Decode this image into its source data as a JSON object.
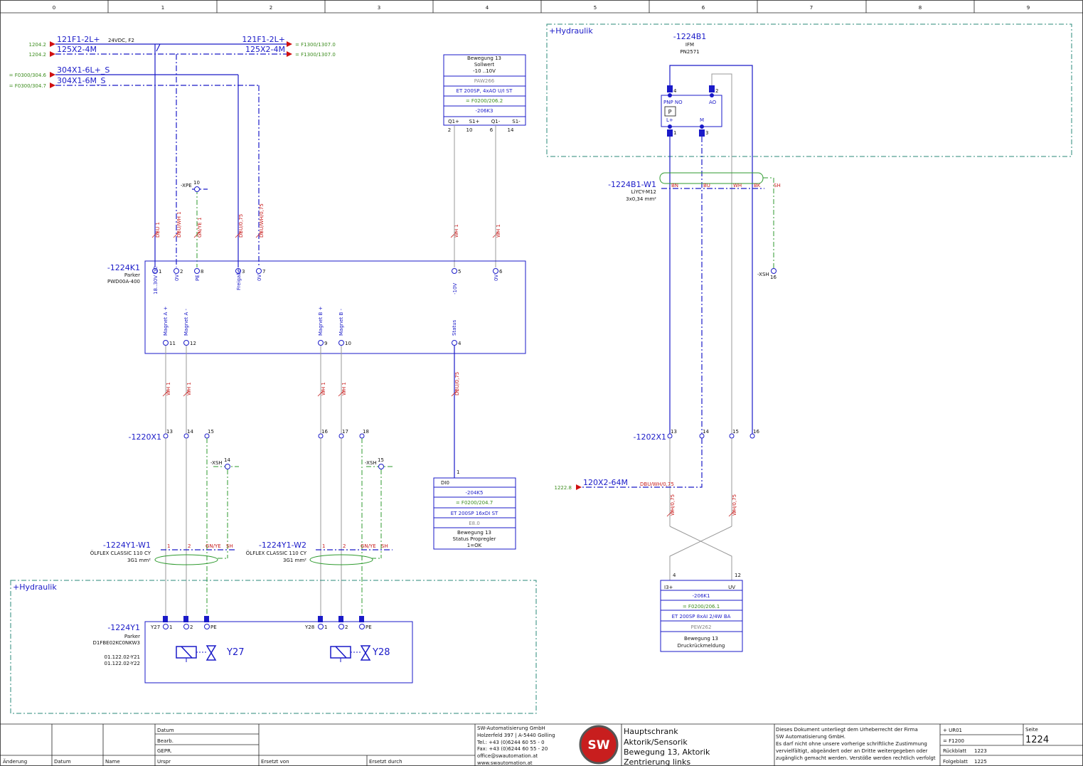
{
  "columns": [
    "0",
    "1",
    "2",
    "3",
    "4",
    "5",
    "6",
    "7",
    "8",
    "9"
  ],
  "supply": {
    "refs_left": [
      "1204.2",
      "1204.2",
      "= F0300/304.6",
      "= F0300/304.7"
    ],
    "refs_right": [
      "= F1300/1307.0",
      "= F1300/1307.0"
    ],
    "labels": [
      "121F1-2L+",
      "125X2-4M",
      "121F1-2L+",
      "125X2-4M",
      "304X1-6L+_S",
      "304X1-6M_S"
    ],
    "voltage_note": "24VDC, F2"
  },
  "xpe": {
    "label": "-XPE",
    "num": "10"
  },
  "plc_out": {
    "lines": [
      "Bewegung 13",
      "Sollwert",
      "-10 ..10V"
    ],
    "rows": [
      "PAW266",
      "ET 200SP, 4xAO U/I ST",
      "= F0200/206.2",
      "-206K3"
    ],
    "pins": [
      "Q1+",
      "S1+",
      "Q1-",
      "S1-"
    ],
    "pin_nums": [
      "2",
      "10",
      "6",
      "14"
    ]
  },
  "k1": {
    "tag": "-1224K1",
    "maker": "Parker",
    "model": "PWD00A-400",
    "top_pins": [
      "1",
      "2",
      "8",
      "3",
      "7",
      "5",
      "6"
    ],
    "top_desc": [
      "18..30V DC",
      "0V",
      "PE",
      "Freigabe",
      "0V",
      "-10V",
      "0V"
    ],
    "bot_pins": [
      "11",
      "12",
      "9",
      "10",
      "4"
    ],
    "bot_desc": [
      "Magnet A +",
      "Magnet A -",
      "Magnet B +",
      "Magnet B -",
      "Status"
    ],
    "wire_top": [
      "DBU 1",
      "DBU/WH 1",
      "GN/YE 1",
      "DBU/0,75",
      "DBU/WH/0,75",
      "WH 1",
      "WH 1"
    ],
    "wire_bot": [
      "WH 1",
      "WH 1",
      "WH 1",
      "WH 1",
      "DBU/0,75"
    ]
  },
  "x1220": {
    "tag": "-1220X1",
    "nums": [
      "13",
      "14",
      "15",
      "16",
      "17",
      "18"
    ]
  },
  "xsh": {
    "label": "-XSH",
    "nums": [
      "14",
      "15",
      "16"
    ]
  },
  "di": {
    "pin": "1",
    "title": "DI0",
    "rows": [
      "-204K5",
      "= F0200/204.7",
      "ET 200SP 16xDI ST",
      "E8.0"
    ],
    "desc": [
      "Bewegung 13",
      "Status Propregler",
      "1=OK"
    ]
  },
  "cable_w1": {
    "tag": "-1224Y1-W1",
    "type": "ÖLFLEX CLASSIC 110 CY",
    "size": "3G1 mm²",
    "cores": [
      "1",
      "2",
      "GN/YE",
      "SH"
    ]
  },
  "cable_w2": {
    "tag": "-1224Y1-W2",
    "type": "ÖLFLEX CLASSIC 110 CY",
    "size": "3G1 mm²",
    "cores": [
      "1",
      "2",
      "GN/YE",
      "SH"
    ]
  },
  "hydraulik": "+Hydraulik",
  "y1": {
    "tag": "-1224Y1",
    "maker": "Parker",
    "model": "D1FBE02KC0NKW3",
    "refs": [
      "01.122.02-Y21",
      "01.122.02-Y22"
    ],
    "pins": [
      "1",
      "2",
      "PE"
    ],
    "coil_a": "Y27",
    "coil_b": "Y28"
  },
  "sensor": {
    "tag": "-1224B1",
    "maker": "IFM",
    "model": "PN2571",
    "pins": [
      "4",
      "2",
      "1",
      "3"
    ],
    "pin_desc": [
      "PNP NO",
      "AO",
      "L+",
      "M"
    ],
    "p_symbol": "P"
  },
  "cable_b1": {
    "tag": "-1224B1-W1",
    "type": "LiYCY-M12",
    "size": "3x0,34 mm²",
    "cores": [
      "BN",
      "BU",
      "WH",
      "BK",
      "SH"
    ]
  },
  "x1202": {
    "tag": "-1202X1",
    "nums": [
      "13",
      "14",
      "15",
      "16"
    ]
  },
  "m64": {
    "ref": "1222.8",
    "label": "120X2-64M",
    "wire": "DBU/WH/0,75"
  },
  "w_cross": [
    "WH/0,75",
    "WH/0,75"
  ],
  "ai": {
    "pins": [
      "4",
      "12"
    ],
    "left": "I3+",
    "right": "UV",
    "rows": [
      "-206K1",
      "= F0200/206.1",
      "ET 200SP 8xAI 2/4W BA",
      "PEW262"
    ],
    "desc": [
      "Bewegung 13",
      "Druckrückmeldung"
    ]
  },
  "titleblock": {
    "rev_labels": [
      "Datum",
      "Bearb.",
      "GEPR."
    ],
    "footer": [
      "Änderung",
      "Datum",
      "Name",
      "Urspr",
      "Ersetzt von",
      "Ersetzt durch"
    ],
    "company": [
      "SW-Automatisierung GmbH",
      "Holzerfeld 397 | A-5440 Golling",
      "Tel.: +43 (0)6244 60 55 - 0",
      "Fax: +43 (0)6244 60 55 - 20",
      "office@swautomation.at",
      "www.swautomation.at"
    ],
    "logo": "SW",
    "title": [
      "Hauptschrank",
      "Aktorik/Sensorik",
      "Bewegung 13, Aktorik",
      "Zentrierung links"
    ],
    "copyright": [
      "Dieses Dokument unterliegt dem Urheberrecht der Firma",
      "SW Automatisierung GmbH.",
      "Es darf nicht ohne unsere vorherige schriftliche Zustimmung",
      "vervielfältigt, abgeändert oder an Dritte weitergegeben oder",
      "zugänglich gemacht werden. Verstöße werden rechtlich verfolgt"
    ],
    "plus": "+ UR01",
    "eq": "= F1200",
    "back_label": "Rückblatt",
    "back": "1223",
    "next_label": "Folgeblatt",
    "next": "1225",
    "page_label": "Seite",
    "page": "1224"
  }
}
